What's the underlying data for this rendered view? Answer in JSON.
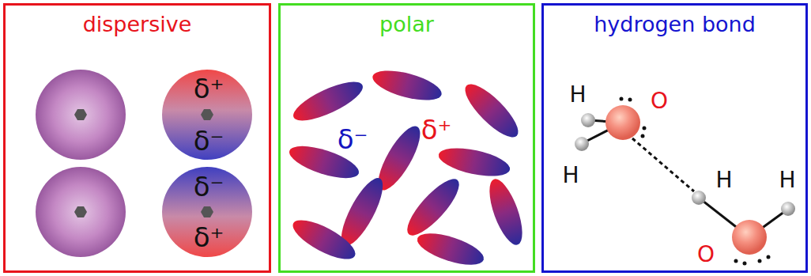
{
  "diagram": {
    "nodes": [
      {
        "text": [
          "dispersive"
        ]
      },
      {
        "text": [
          "polar"
        ]
      },
      {
        "text": [
          "hydrogen bond"
        ]
      }
    ],
    "labels": [
      "δ⁺",
      "δ⁻",
      "δ⁻",
      "δ⁺",
      "δ⁻",
      "δ⁺",
      "H",
      "O",
      "H",
      "H",
      "H",
      "O"
    ]
  }
}
